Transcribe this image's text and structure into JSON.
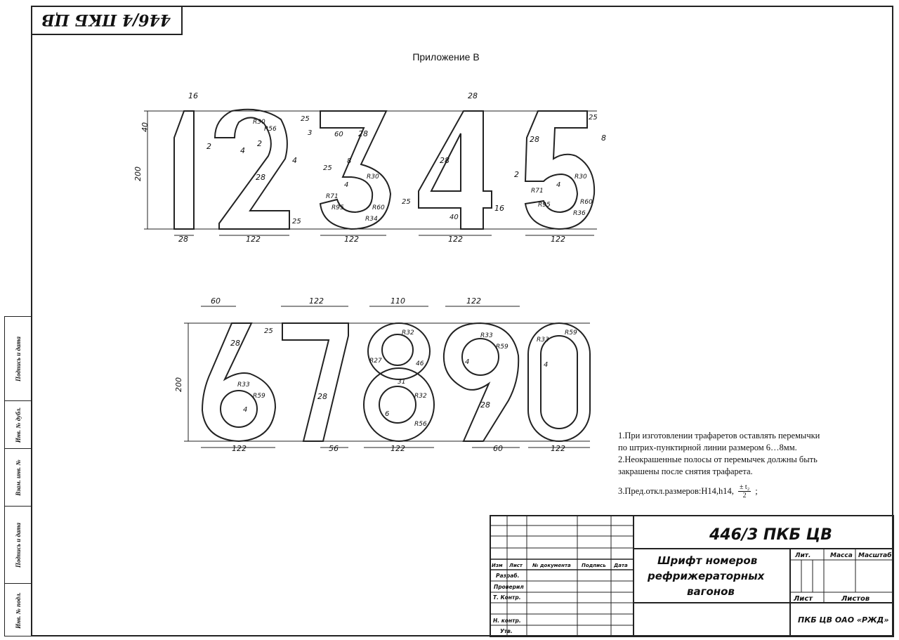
{
  "stamp_top": "446/4 ПКБ ЦВ",
  "appendix_title": "Приложение В",
  "dims_row1": {
    "d1_top": "16",
    "d1_left": "40",
    "d_total": "200",
    "d1_bottom": "28",
    "d2_a": "2",
    "d2_b": "4",
    "d2_c": "2",
    "d2_r30": "R30",
    "d2_r56": "R56",
    "d2_28": "28",
    "d2_4": "4",
    "d2_25": "25",
    "d2_122": "122",
    "d3_25": "25",
    "d3_3": "3",
    "d3_60": "60",
    "d3_28": "28",
    "d3_25b": "25",
    "d3_8": "8",
    "d3_r71": "R71",
    "d3_r95": "R95",
    "d3_r30": "R30",
    "d3_r60": "R60",
    "d3_r34": "R34",
    "d3_4": "4",
    "d3_122": "122",
    "d4_28a": "28",
    "d4_28b": "28",
    "d4_25": "25",
    "d4_40": "40",
    "d4_16": "16",
    "d4_122": "122",
    "d5_25": "25",
    "d5_28": "28",
    "d5_8": "8",
    "d5_2": "2",
    "d5_4": "4",
    "d5_r71": "R71",
    "d5_r95": "R95",
    "d5_r30": "R30",
    "d5_r60": "R60",
    "d5_r36": "R36",
    "d5_122": "122"
  },
  "dims_row2": {
    "d6_60": "60",
    "d6_28a": "28",
    "d6_r33": "R33",
    "d6_r59": "R59",
    "d6_4": "4",
    "d_total": "200",
    "d6_122": "122",
    "d7_122": "122",
    "d7_25": "25",
    "d7_28": "28",
    "d7_56": "56",
    "d8_110": "110",
    "d8_r32": "R32",
    "d8_r27": "R27",
    "d8_46": "46",
    "d8_31": "31",
    "d8_r32b": "R32",
    "d8_6": "6",
    "d8_r56": "R56",
    "d8_122": "122",
    "d9_122": "122",
    "d9_r33": "R33",
    "d9_r59": "R59",
    "d9_4": "4",
    "d9_28": "28",
    "d9_60": "60",
    "d0_r33": "R33",
    "d0_r59": "R59",
    "d0_4": "4",
    "d0_122": "122"
  },
  "notes": [
    "1.При изготовлении трафаретов оставлять перемычки",
    "по штрих-пунктирной линии размером 6…8мм.",
    "2.Неокрашенные полосы от перемычек должны быть",
    "закрашены после снятия трафарета.",
    "3.Пред.откл.размеров:H14,h14,"
  ],
  "tolerance_num": "± t₂",
  "tolerance_den": "2",
  "side_labels": [
    "Подпись и дата",
    "Инв. № дубл.",
    "Взам. инв. №",
    "Подпись и дата",
    "Инв. № подл."
  ],
  "title_block": {
    "doc_code": "446/3 ПКБ ЦВ",
    "name_line1": "Шрифт номеров",
    "name_line2": "рефрижераторных",
    "name_line3": "вагонов",
    "col_izm": "Изм",
    "col_list": "Лист",
    "col_doc": "№ документа",
    "col_sign": "Подпись",
    "col_date": "Дата",
    "row_razrab": "Разраб.",
    "row_proveril": "Проверил",
    "row_tkontr": "Т. Контр.",
    "row_nkontr": "Н. контр.",
    "row_utv": "Утв.",
    "lit": "Лит.",
    "massa": "Масса",
    "masshtab": "Масштаб",
    "list": "Лист",
    "listov": "Листов",
    "org": "ПКБ ЦВ ОАО «РЖД»"
  }
}
